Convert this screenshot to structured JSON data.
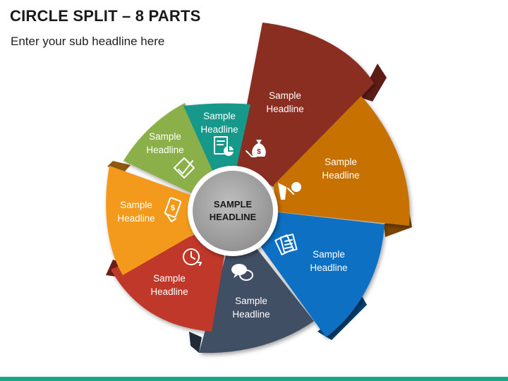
{
  "header": {
    "title": "CIRCLE SPLIT – 8 PARTS",
    "subtitle": "Enter your sub headline here"
  },
  "center": {
    "line1": "SAMPLE",
    "line2": "HEADLINE",
    "color": "#a3a3a3"
  },
  "segments": [
    {
      "id": "maroon",
      "line1": "Sample",
      "line2": "Headline",
      "color": "#8b2d24",
      "icon": "money-bag-hand-icon"
    },
    {
      "id": "orange",
      "line1": "Sample",
      "line2": "Headline",
      "color": "#c77100",
      "icon": "businessman-icon"
    },
    {
      "id": "blue",
      "line1": "Sample",
      "line2": "Headline",
      "color": "#0a6fc2",
      "icon": "documents-icon"
    },
    {
      "id": "slate",
      "line1": "Sample",
      "line2": "Headline",
      "color": "#404f63",
      "icon": "chat-bubbles-icon"
    },
    {
      "id": "red",
      "line1": "Sample",
      "line2": "Headline",
      "color": "#c0392b",
      "icon": "clock-icon"
    },
    {
      "id": "amber",
      "line1": "Sample",
      "line2": "Headline",
      "color": "#f39a1e",
      "icon": "money-hand-icon"
    },
    {
      "id": "green",
      "line1": "Sample",
      "line2": "Headline",
      "color": "#8cb04a",
      "icon": "checkbox-icon"
    },
    {
      "id": "teal",
      "line1": "Sample",
      "line2": "Headline",
      "color": "#15998a",
      "icon": "report-chart-icon"
    }
  ],
  "accent": {
    "bottom_bar": "#1aa58a"
  }
}
